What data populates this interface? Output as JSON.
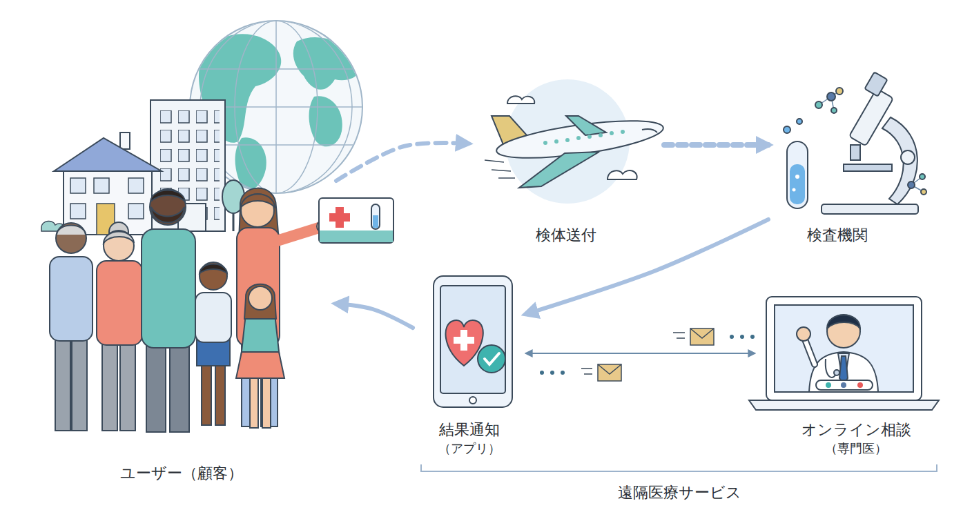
{
  "diagram": {
    "nodes": [
      {
        "text": [
          "ユーザー（顧客）"
        ]
      },
      {
        "text": [
          "検体送付"
        ]
      },
      {
        "text": [
          "検査機関"
        ]
      },
      {
        "text": [
          "結果通知",
          "（アプリ）"
        ]
      },
      {
        "text": [
          "オンライン相談",
          "（専門医）"
        ]
      }
    ],
    "edges": [
      {
        "from": 0,
        "to": 1,
        "arrow": "to"
      },
      {
        "from": 1,
        "to": 2,
        "arrow": "to"
      },
      {
        "from": 2,
        "to": 3,
        "arrow": "to"
      },
      {
        "from": 3,
        "to": 0,
        "arrow": "to"
      },
      {
        "from": 3,
        "to": 4,
        "arrow": "both"
      }
    ],
    "labels": [
      "遠隔医療サービス"
    ]
  }
}
